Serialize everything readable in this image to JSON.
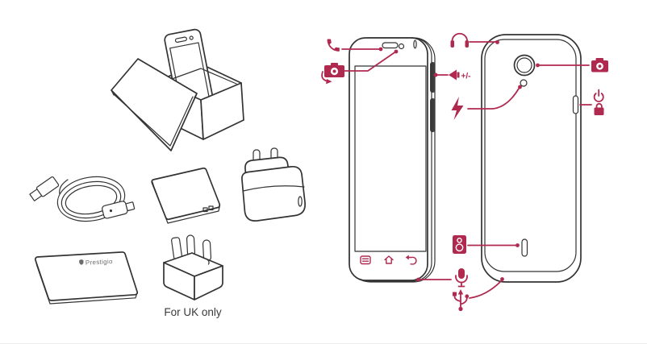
{
  "colors": {
    "accent": "#b02a50",
    "line": "#333333",
    "line_soft": "#666666",
    "button": "#3f3f3f",
    "background": "#ffffff"
  },
  "labels": {
    "uk_only": "For UK only",
    "brand": "Prestigio",
    "volume": "+/-"
  },
  "illustration": {
    "package_items": [
      "box-with-phone",
      "usb-cable",
      "battery",
      "eu-travel-charger",
      "quick-start-guide",
      "uk-plug-adapter"
    ],
    "front_view_icons": [
      "phone-call-icon",
      "front-camera-icon",
      "volume-icon",
      "microphone-icon",
      "menu-icon",
      "home-icon",
      "back-icon"
    ],
    "back_view_icons": [
      "headset-icon",
      "flash-icon",
      "camera-icon",
      "power-icon",
      "lock-icon",
      "speaker-icon",
      "usb-icon"
    ]
  }
}
